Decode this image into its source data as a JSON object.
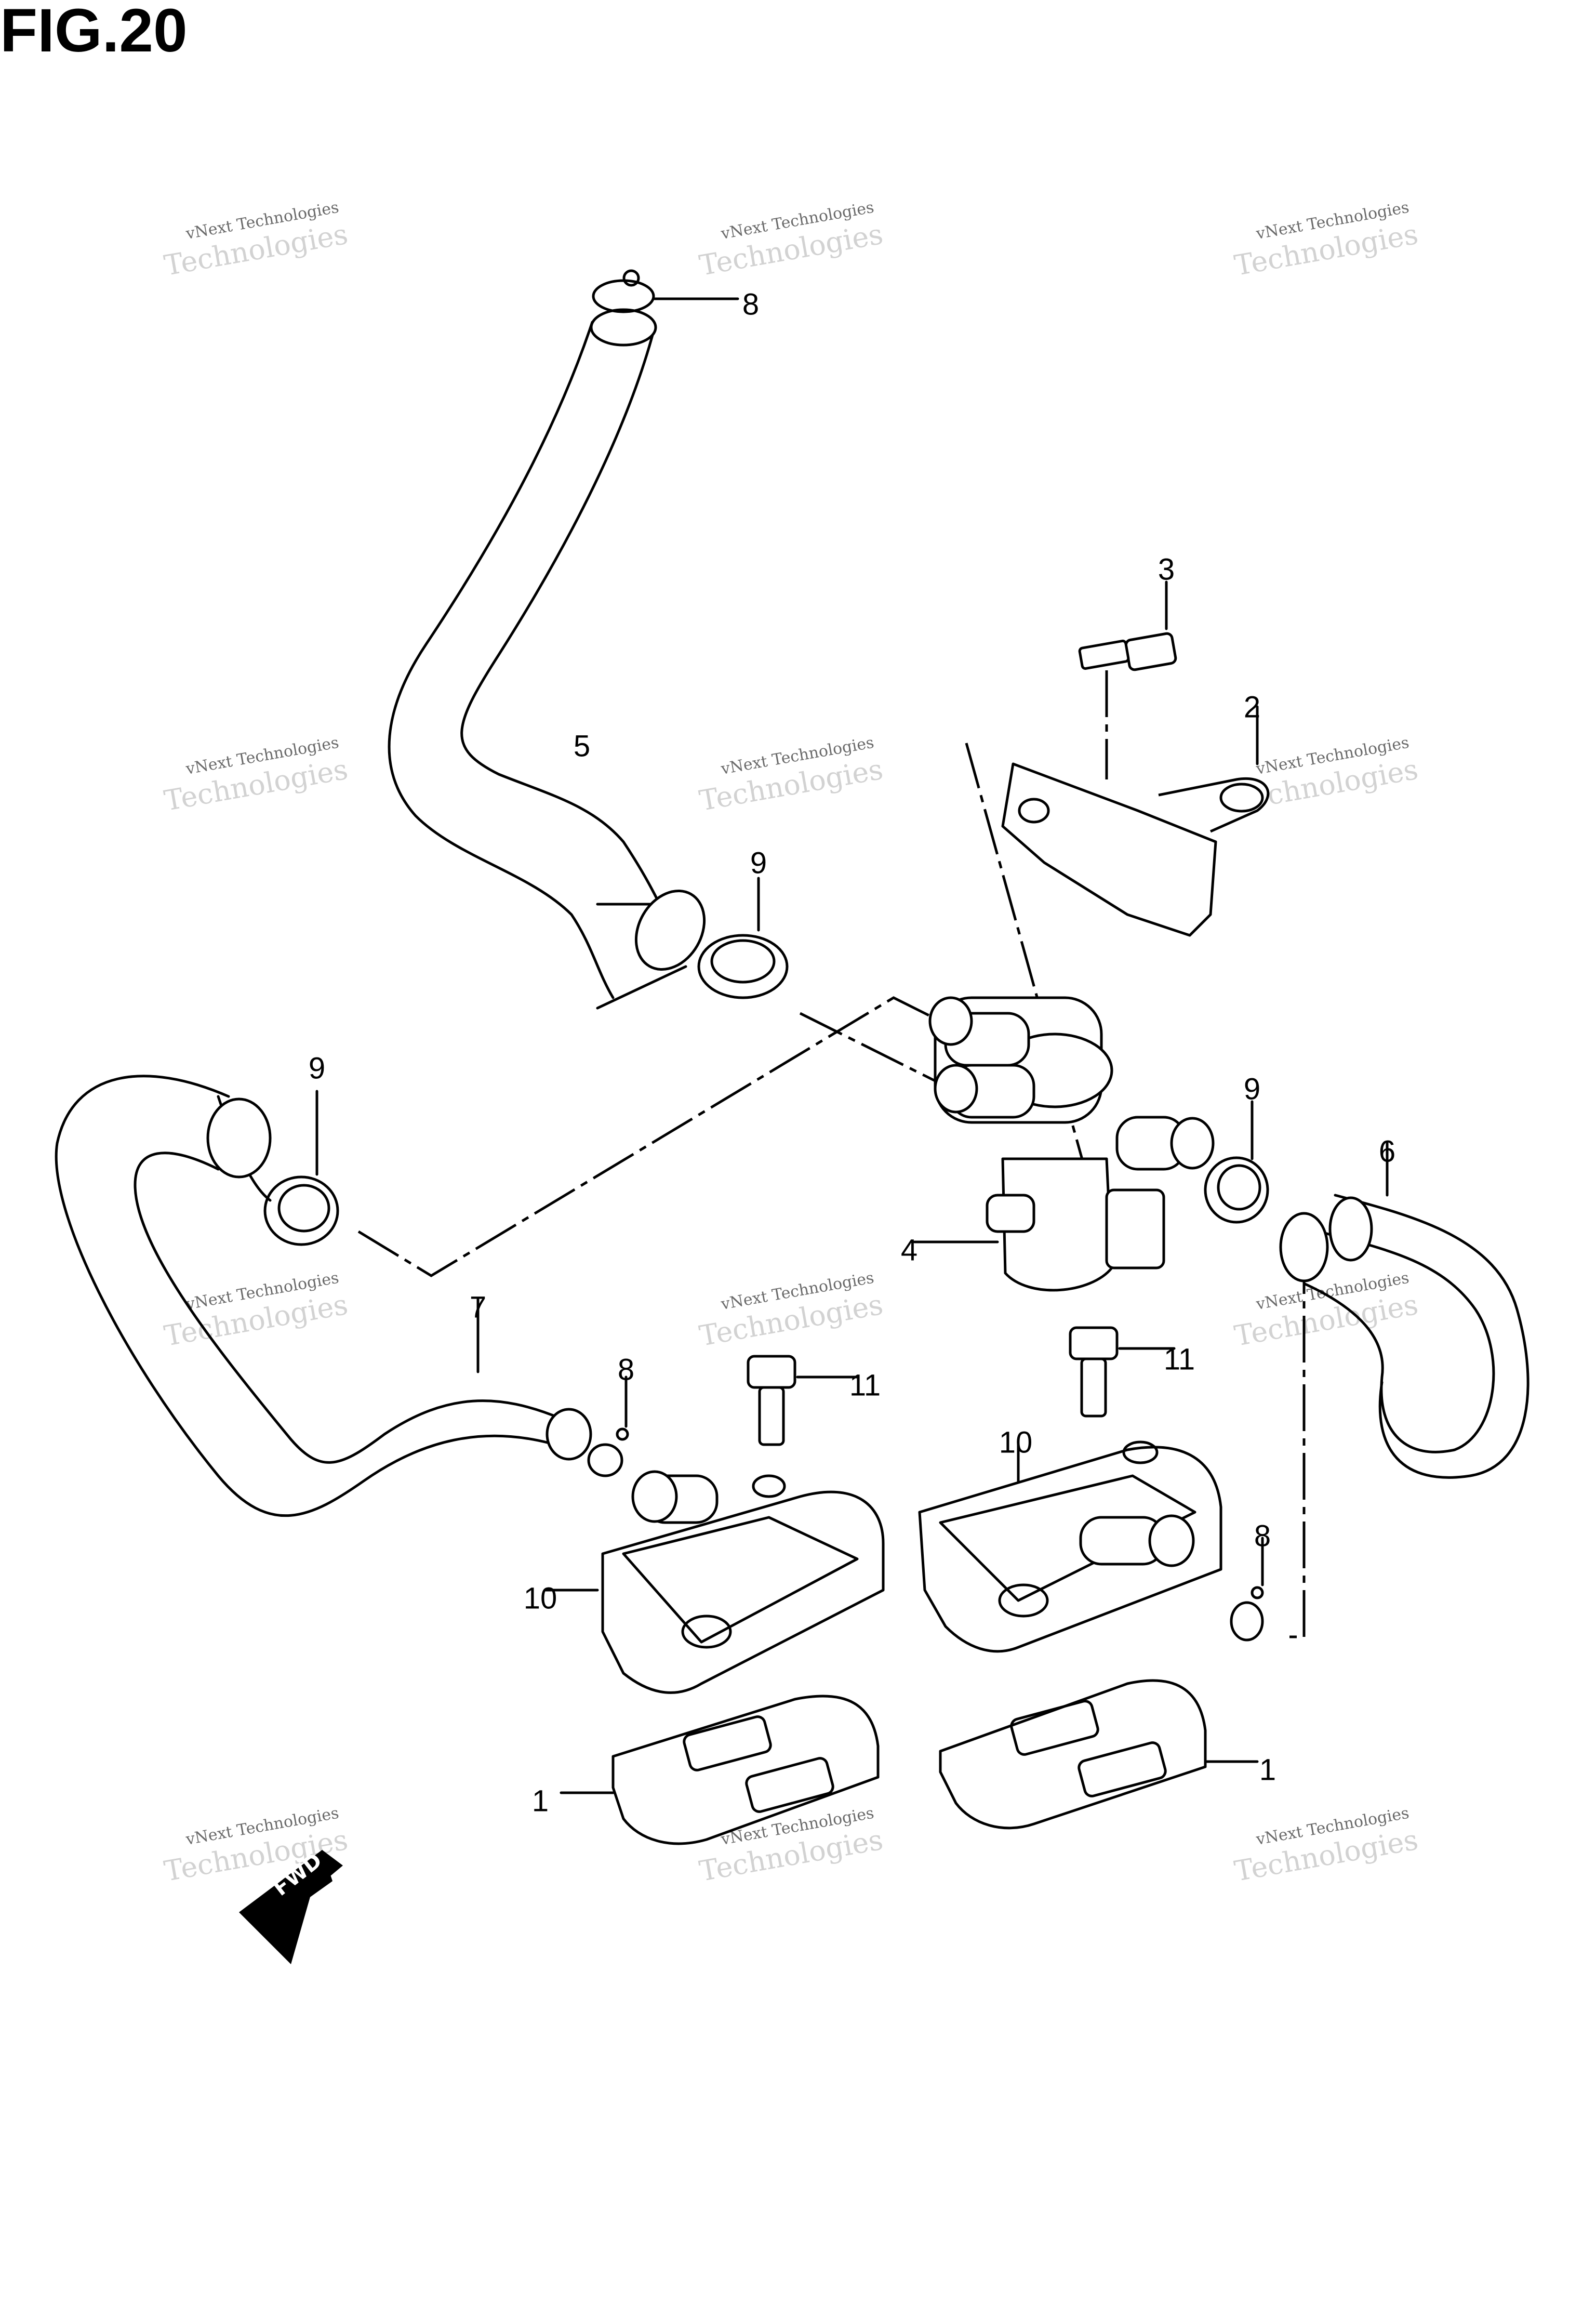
{
  "figure": {
    "title": "FIG.20"
  },
  "watermark": {
    "line1": "vNext Technologies",
    "line2": "Technologies"
  },
  "fwd_label": "FWD",
  "callouts": [
    {
      "ref": "1"
    },
    {
      "ref": "1"
    },
    {
      "ref": "2"
    },
    {
      "ref": "3"
    },
    {
      "ref": "4"
    },
    {
      "ref": "5"
    },
    {
      "ref": "6"
    },
    {
      "ref": "7"
    },
    {
      "ref": "8"
    },
    {
      "ref": "8"
    },
    {
      "ref": "8"
    },
    {
      "ref": "9"
    },
    {
      "ref": "9"
    },
    {
      "ref": "9"
    },
    {
      "ref": "10"
    },
    {
      "ref": "10"
    },
    {
      "ref": "11"
    },
    {
      "ref": "11"
    }
  ]
}
